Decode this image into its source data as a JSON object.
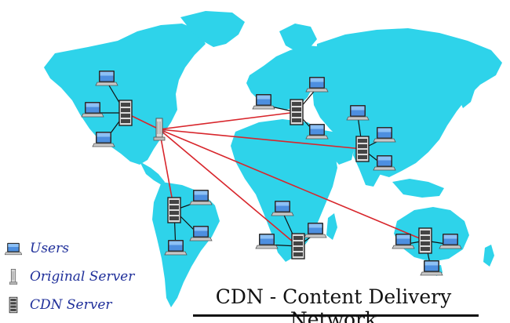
{
  "title": "CDN - Content Delivery Network",
  "legend": [
    {
      "label": "Users",
      "icon": "laptop-icon"
    },
    {
      "label": "Original Server",
      "icon": "original-server-icon"
    },
    {
      "label": "CDN Server",
      "icon": "cdn-server-icon"
    }
  ],
  "colors": {
    "land": "#2ed3ea",
    "link": "#d8262c",
    "legend_text": "#1f2f9a",
    "title_text": "#111111"
  }
}
